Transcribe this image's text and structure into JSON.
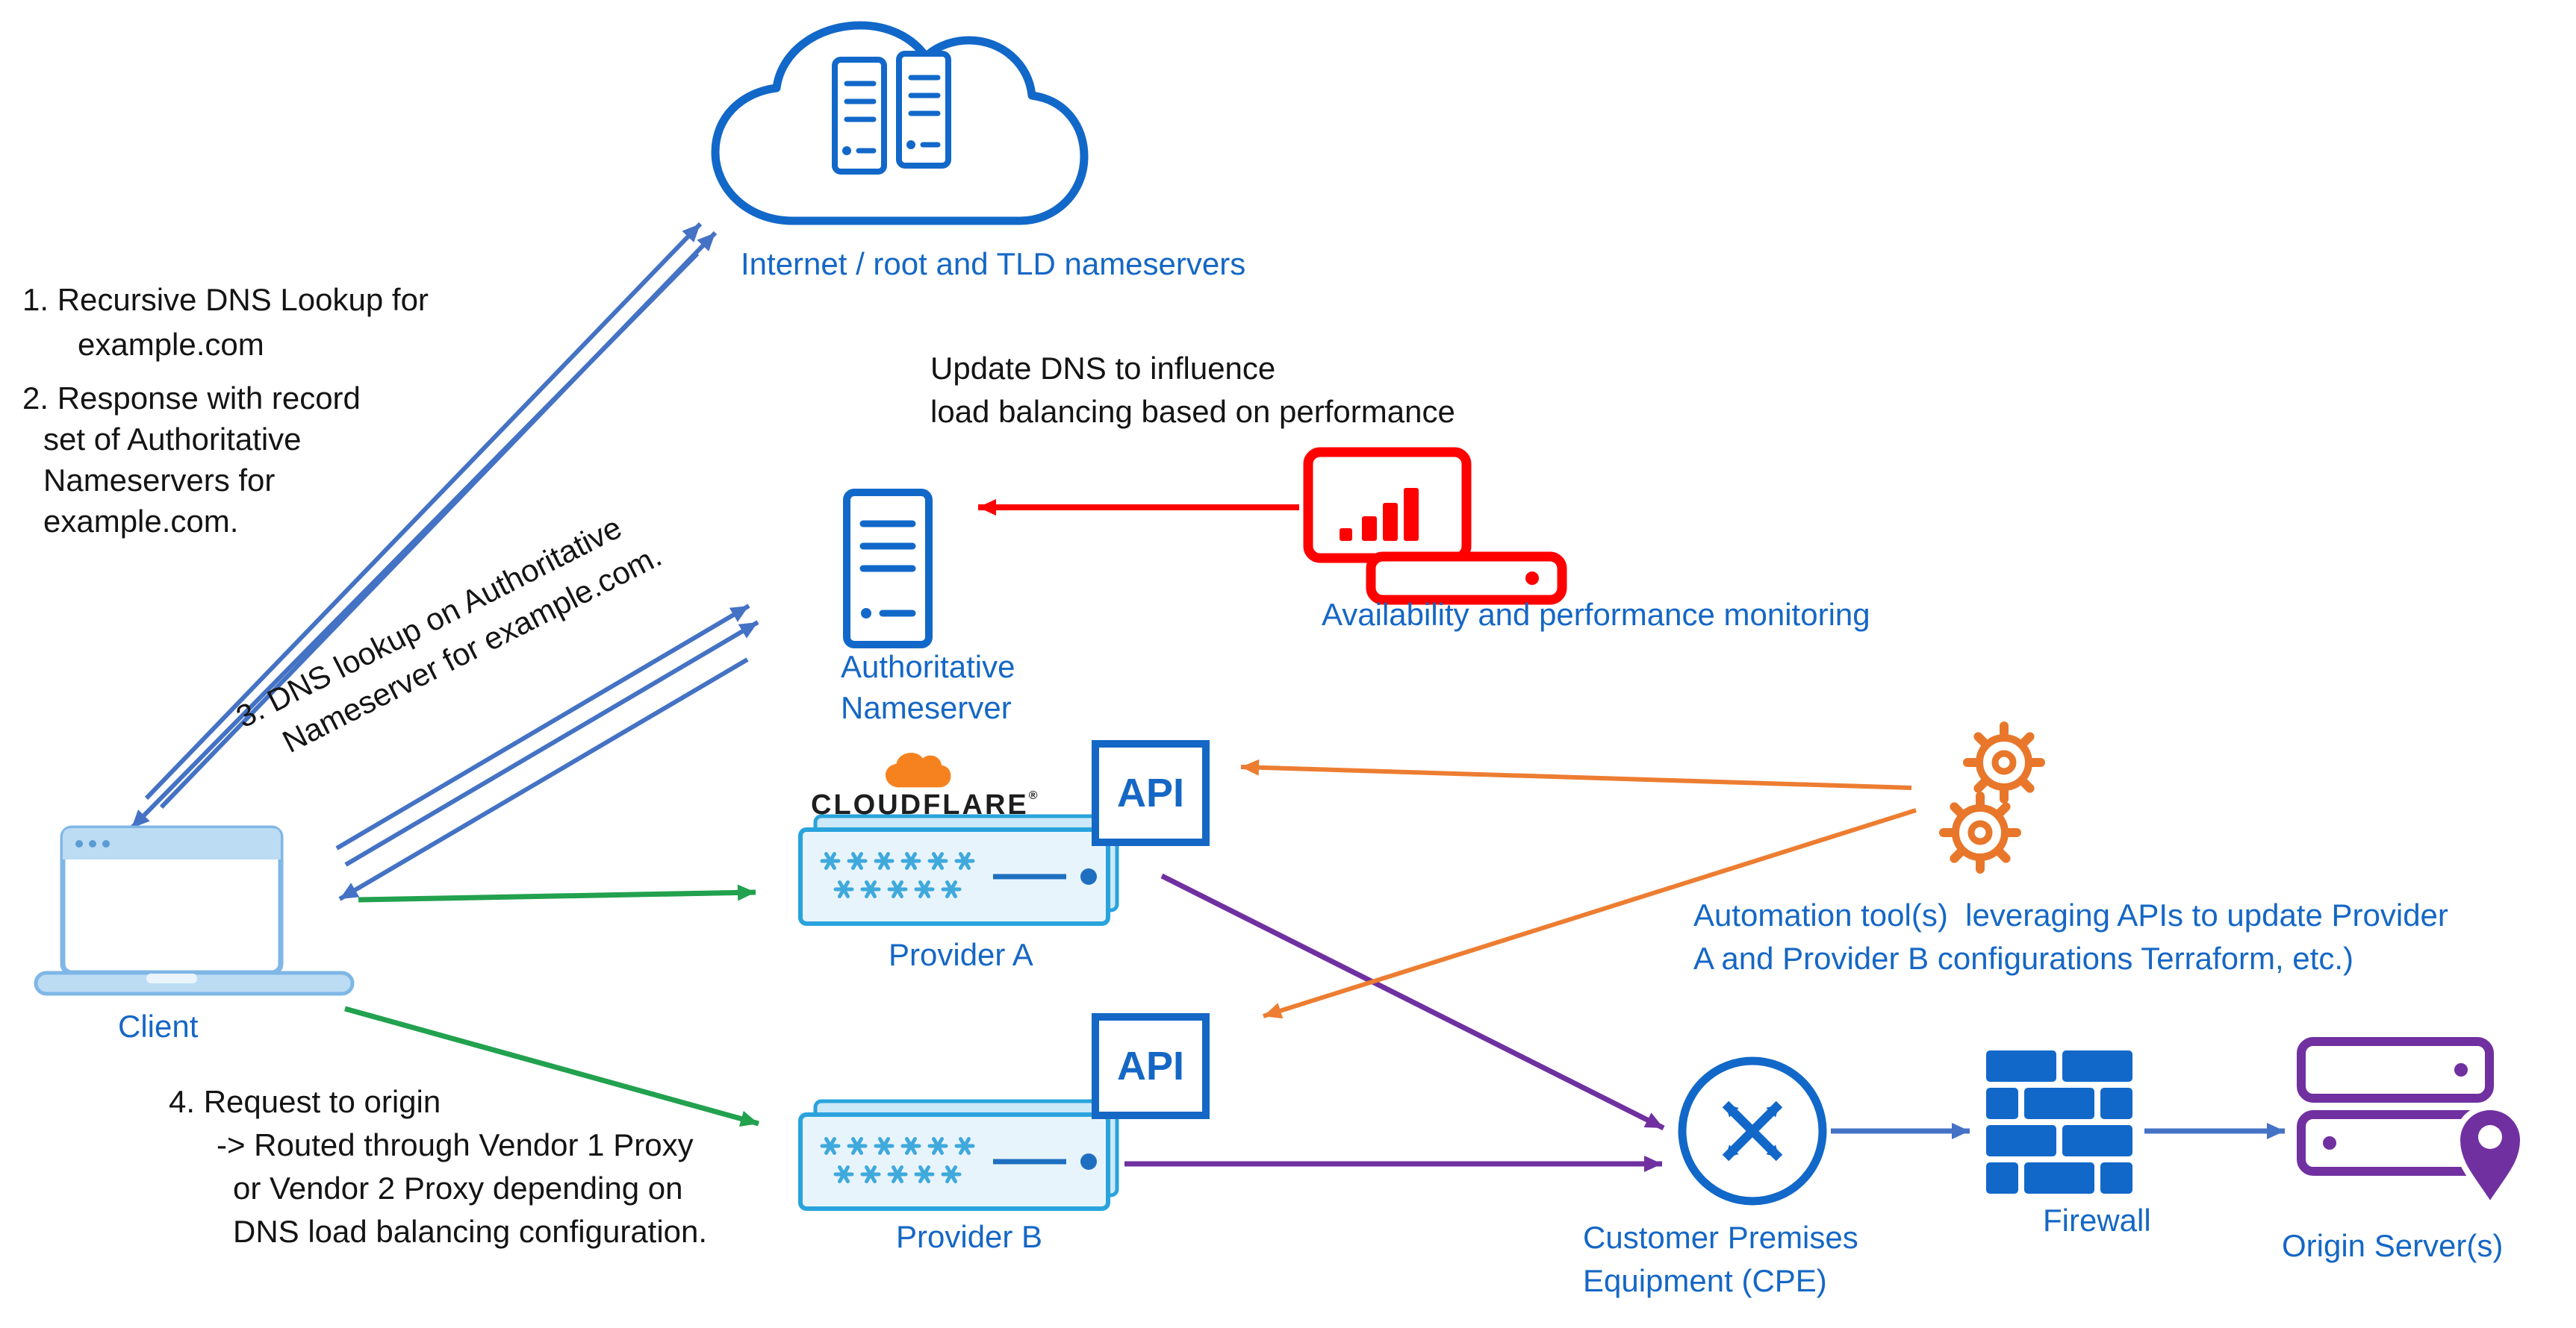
{
  "colors": {
    "label_blue": "#1567C5",
    "icon_blue": "#1268C9",
    "arrow_blue": "#4472C4",
    "arrow_red": "#FF0000",
    "arrow_green": "#22A14E",
    "arrow_purple": "#7030A0",
    "arrow_orange": "#ED7D31",
    "cloudflare_orange": "#F6821F",
    "appliance_border": "#29A3DC",
    "text_black": "#141414"
  },
  "icons": {
    "internet": "cloud-with-servers-icon",
    "client": "laptop-icon",
    "authoritative_nameserver": "server-tower-icon",
    "monitoring": "performance-monitor-icon",
    "provider_appliance": "network-appliance-icon",
    "provider_a_logo": "cloudflare-logo",
    "automation": "gears-icon",
    "cpe": "router-circle-icon",
    "firewall": "brick-wall-icon",
    "origin": "servers-with-location-pin-icon"
  },
  "nodes": {
    "internet": {
      "label": "Internet / root and TLD nameservers"
    },
    "authoritative_nameserver": {
      "label": [
        "Authoritative",
        "Nameserver"
      ]
    },
    "monitoring": {
      "label": "Availability and performance monitoring"
    },
    "client": {
      "label": "Client"
    },
    "provider_a": {
      "label": "Provider A",
      "api": "API",
      "logo": "CLOUDFLARE",
      "logo_reg": "®"
    },
    "provider_b": {
      "label": "Provider B",
      "api": "API"
    },
    "automation": {
      "label": [
        "Automation tool(s)  leveraging APIs to update Provider",
        "A and Provider B configurations Terraform, etc.)"
      ]
    },
    "cpe": {
      "label": [
        "Customer Premises",
        "Equipment (CPE)"
      ]
    },
    "firewall": {
      "label": "Firewall"
    },
    "origin": {
      "label": "Origin Server(s)"
    }
  },
  "annotations": {
    "step1": [
      "1. Recursive DNS Lookup for",
      "example.com"
    ],
    "step2": [
      "2. Response with record",
      "set of Authoritative",
      "Nameservers for",
      "example.com."
    ],
    "step3": [
      "3. DNS lookup on Authoritative",
      "Nameserver for example.com."
    ],
    "update_dns": [
      "Update DNS to influence",
      "load balancing based on performance"
    ],
    "step4": [
      "4. Request to origin",
      "-> Routed through Vendor 1 Proxy",
      "or Vendor 2 Proxy depending on",
      "DNS load balancing configuration."
    ]
  }
}
